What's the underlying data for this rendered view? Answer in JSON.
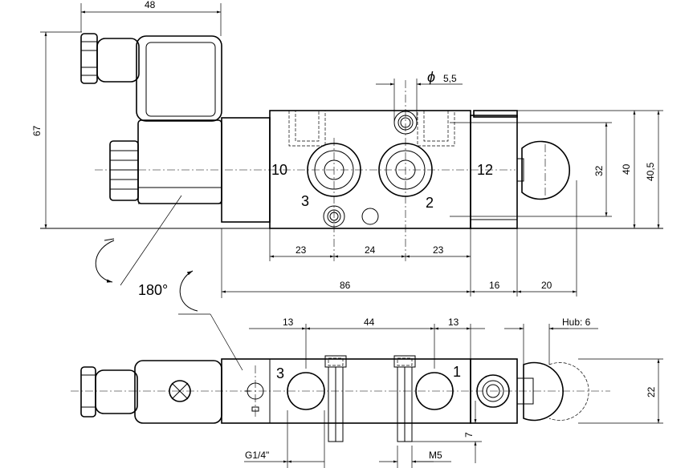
{
  "top_view": {
    "dims": {
      "width_48": "48",
      "height_67": "67",
      "dia_55": "5,5",
      "dim_23a": "23",
      "dim_24": "24",
      "dim_23b": "23",
      "dim_86": "86",
      "dim_16": "16",
      "dim_20": "20",
      "dim_32": "32",
      "dim_40": "40",
      "dim_405": "40,5"
    },
    "ports": {
      "p10": "10",
      "p12": "12",
      "p3": "3",
      "p2": "2"
    },
    "rotation": "180°",
    "phi_symbol": "ϕ"
  },
  "bottom_view": {
    "dims": {
      "dim_13a": "13",
      "dim_44": "44",
      "dim_13b": "13",
      "hub": "Hub: 6",
      "dim_22": "22",
      "dim_7": "7",
      "g14": "G1/4\"",
      "m5": "M5"
    },
    "ports": {
      "p3": "3",
      "p1": "1"
    }
  }
}
